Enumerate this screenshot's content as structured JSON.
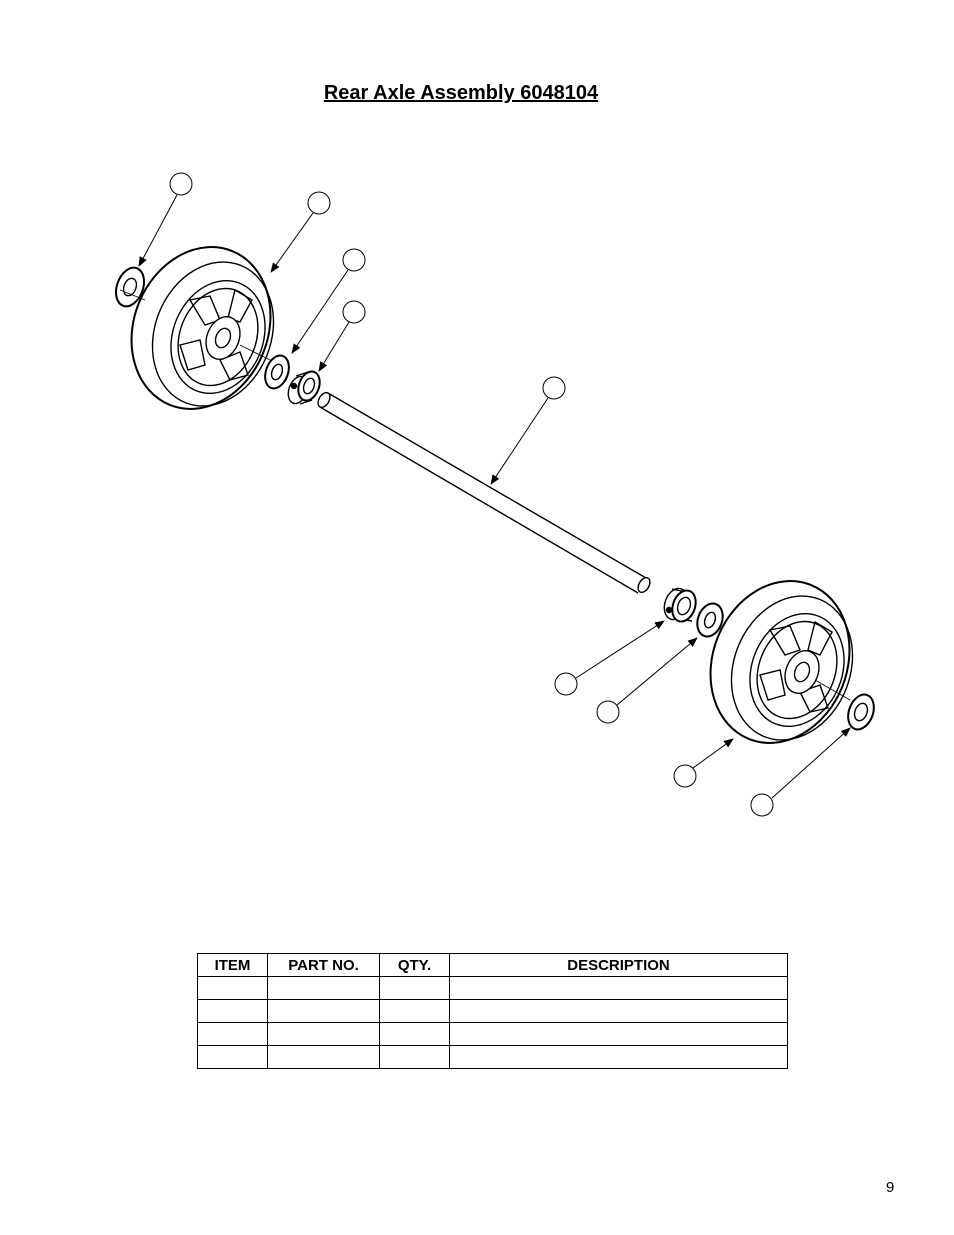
{
  "page": {
    "title": "Rear Axle Assembly 6048104",
    "page_number": "9"
  },
  "parts_table": {
    "headers": [
      "ITEM",
      "PART NO.",
      "QTY.",
      "DESCRIPTION"
    ],
    "rows": [
      [
        "",
        "",
        "",
        ""
      ],
      [
        "",
        "",
        "",
        ""
      ],
      [
        "",
        "",
        "",
        ""
      ],
      [
        "",
        "",
        "",
        ""
      ]
    ]
  }
}
